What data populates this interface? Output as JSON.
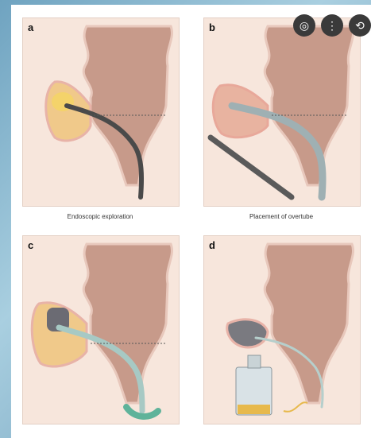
{
  "panels": [
    {
      "letter": "a",
      "caption": "Endoscopic exploration"
    },
    {
      "letter": "b",
      "caption": "Placement of overtube"
    },
    {
      "letter": "c",
      "caption": ""
    },
    {
      "letter": "d",
      "caption": ""
    }
  ],
  "overlay_buttons": [
    {
      "icon": "lens-icon"
    },
    {
      "icon": "more-vertical-icon"
    },
    {
      "icon": "share-icon"
    }
  ],
  "colors": {
    "stomach": "#c79a8a",
    "panel_bg": "#f7e6dc",
    "scope": "#4a4a4a",
    "overtube": "#9fb0b3",
    "collection": "#e7b94c",
    "drain": "#5fb39a"
  }
}
